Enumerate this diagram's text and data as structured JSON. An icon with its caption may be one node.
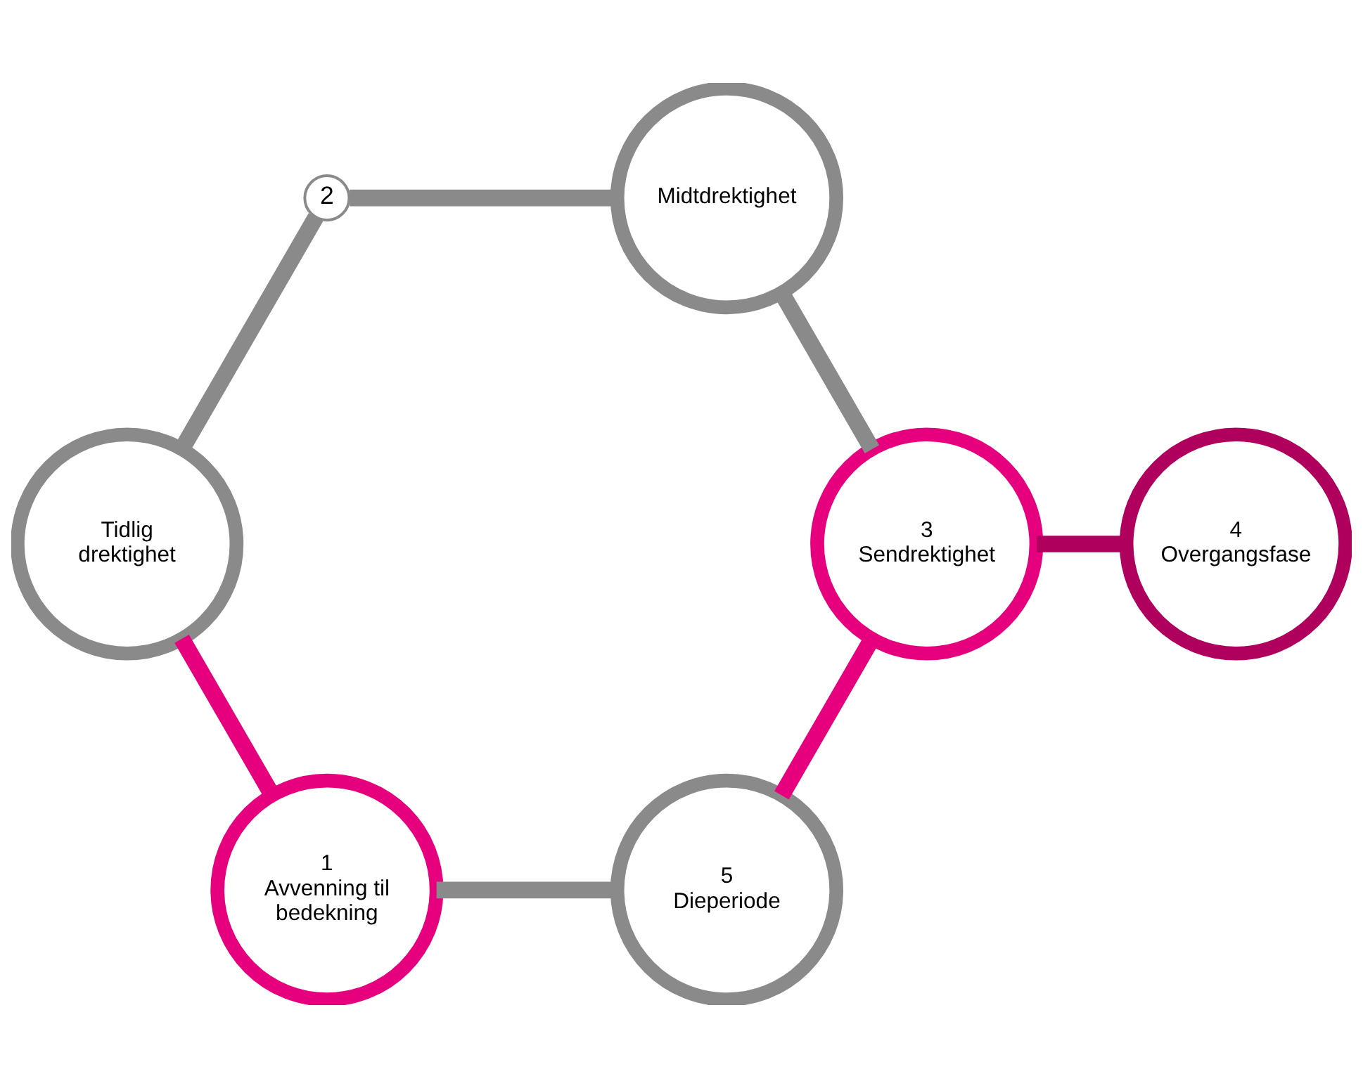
{
  "diagram": {
    "nodes": [
      {
        "text": [
          "1",
          "Avvenning til bedekning"
        ]
      },
      {
        "text": [
          "5",
          "Dieperiode"
        ]
      },
      {
        "text": [
          "Tidlig drektighet"
        ]
      },
      {
        "text": [
          "2"
        ]
      },
      {
        "text": [
          "4",
          "Overgangsfase"
        ]
      },
      {
        "text": [
          "3",
          "Sendrektighet"
        ]
      },
      {
        "text": [
          "Midtdrektighet"
        ]
      }
    ],
    "edges": [
      {
        "from": 0,
        "to": 2,
        "arrow": "none",
        "color": "#e6007e"
      },
      {
        "from": 2,
        "to": 3,
        "arrow": "none"
      },
      {
        "from": 3,
        "to": 6,
        "arrow": "none"
      },
      {
        "from": 6,
        "to": 5,
        "arrow": "none"
      },
      {
        "from": 5,
        "to": 4,
        "arrow": "none",
        "color": "#b0005e"
      },
      {
        "from": 5,
        "to": 1,
        "arrow": "none",
        "color": "#e6007e"
      },
      {
        "from": 1,
        "to": 0,
        "arrow": "none"
      }
    ]
  }
}
